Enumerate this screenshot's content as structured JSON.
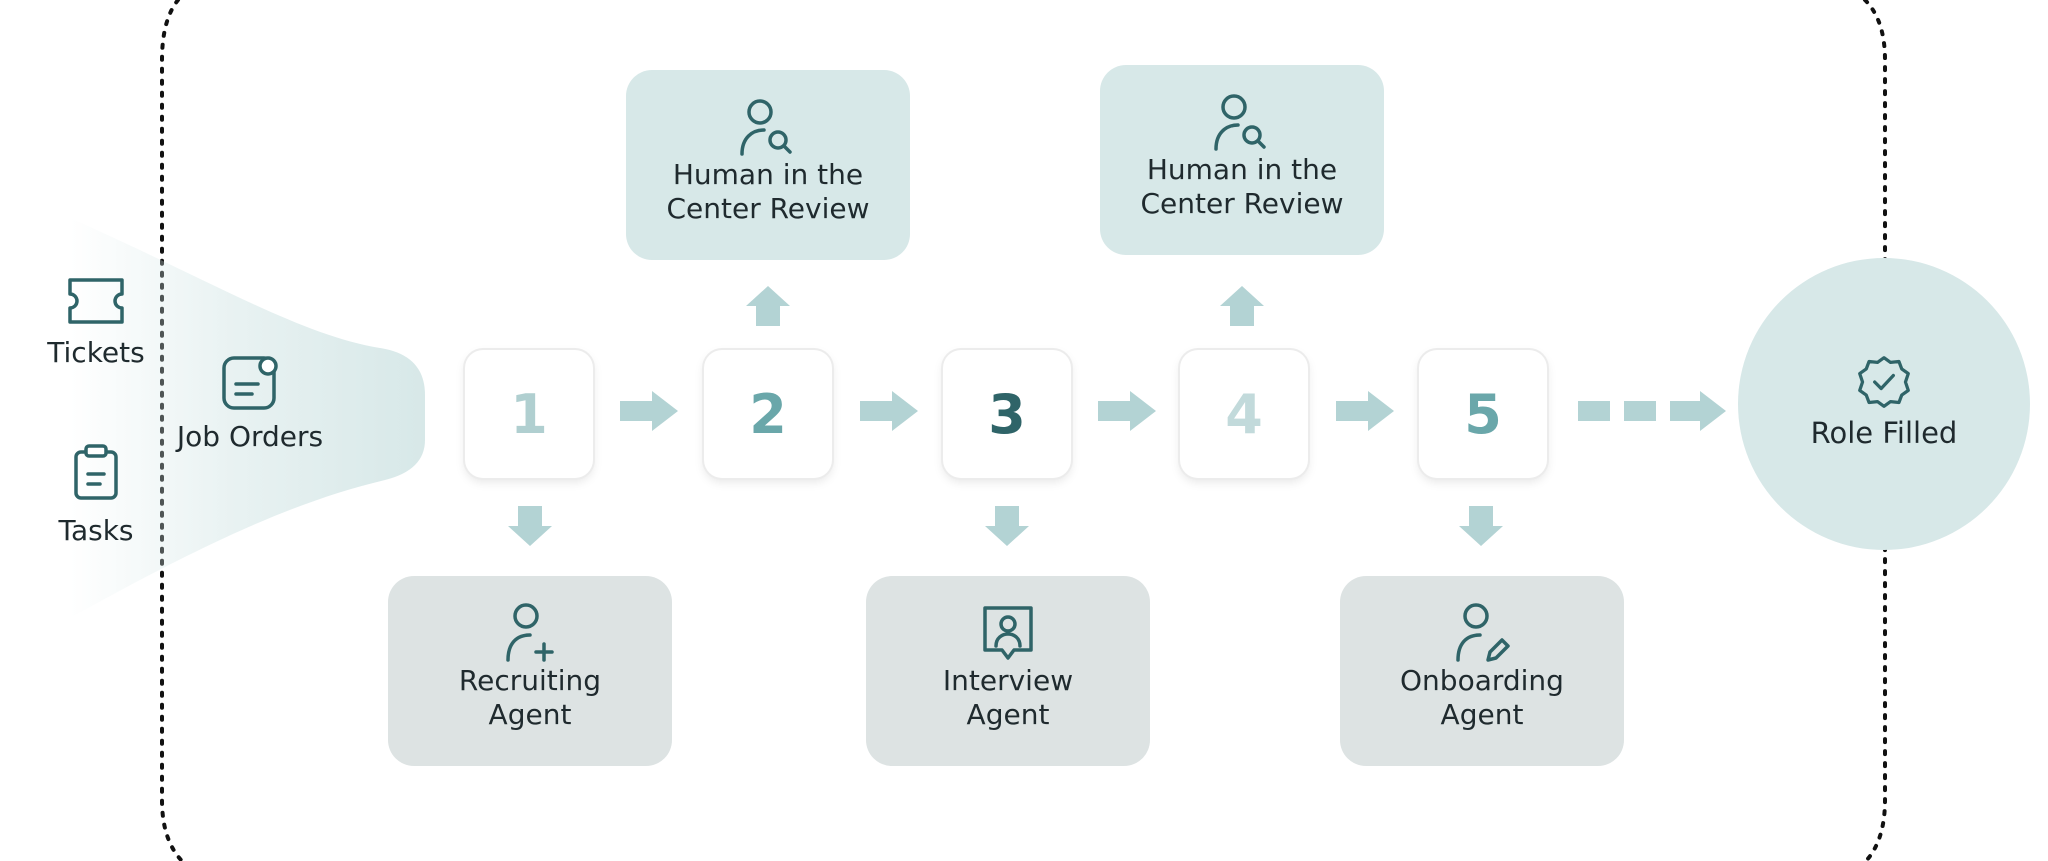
{
  "sources": {
    "tickets": "Tickets",
    "tasks": "Tasks",
    "job_orders": "Job Orders"
  },
  "steps": [
    "1",
    "2",
    "3",
    "4",
    "5"
  ],
  "reviews": [
    {
      "line1": "Human in the",
      "line2": "Center Review"
    },
    {
      "line1": "Human in the",
      "line2": "Center Review"
    }
  ],
  "agents": [
    {
      "line1": "Recruiting",
      "line2": "Agent"
    },
    {
      "line1": "Interview",
      "line2": "Agent"
    },
    {
      "line1": "Onboarding",
      "line2": "Agent"
    }
  ],
  "outcome": "Role Filled",
  "colors": {
    "icon": "#2f6468",
    "arrow": "#b3d3d4",
    "review_box": "#d7e8e8",
    "agent_box": "#dde3e3",
    "step1": "#b0cfd0",
    "step2": "#6aa7aa",
    "step3": "#2f6468",
    "step4": "#c2dadb",
    "step5": "#6aa7aa"
  }
}
